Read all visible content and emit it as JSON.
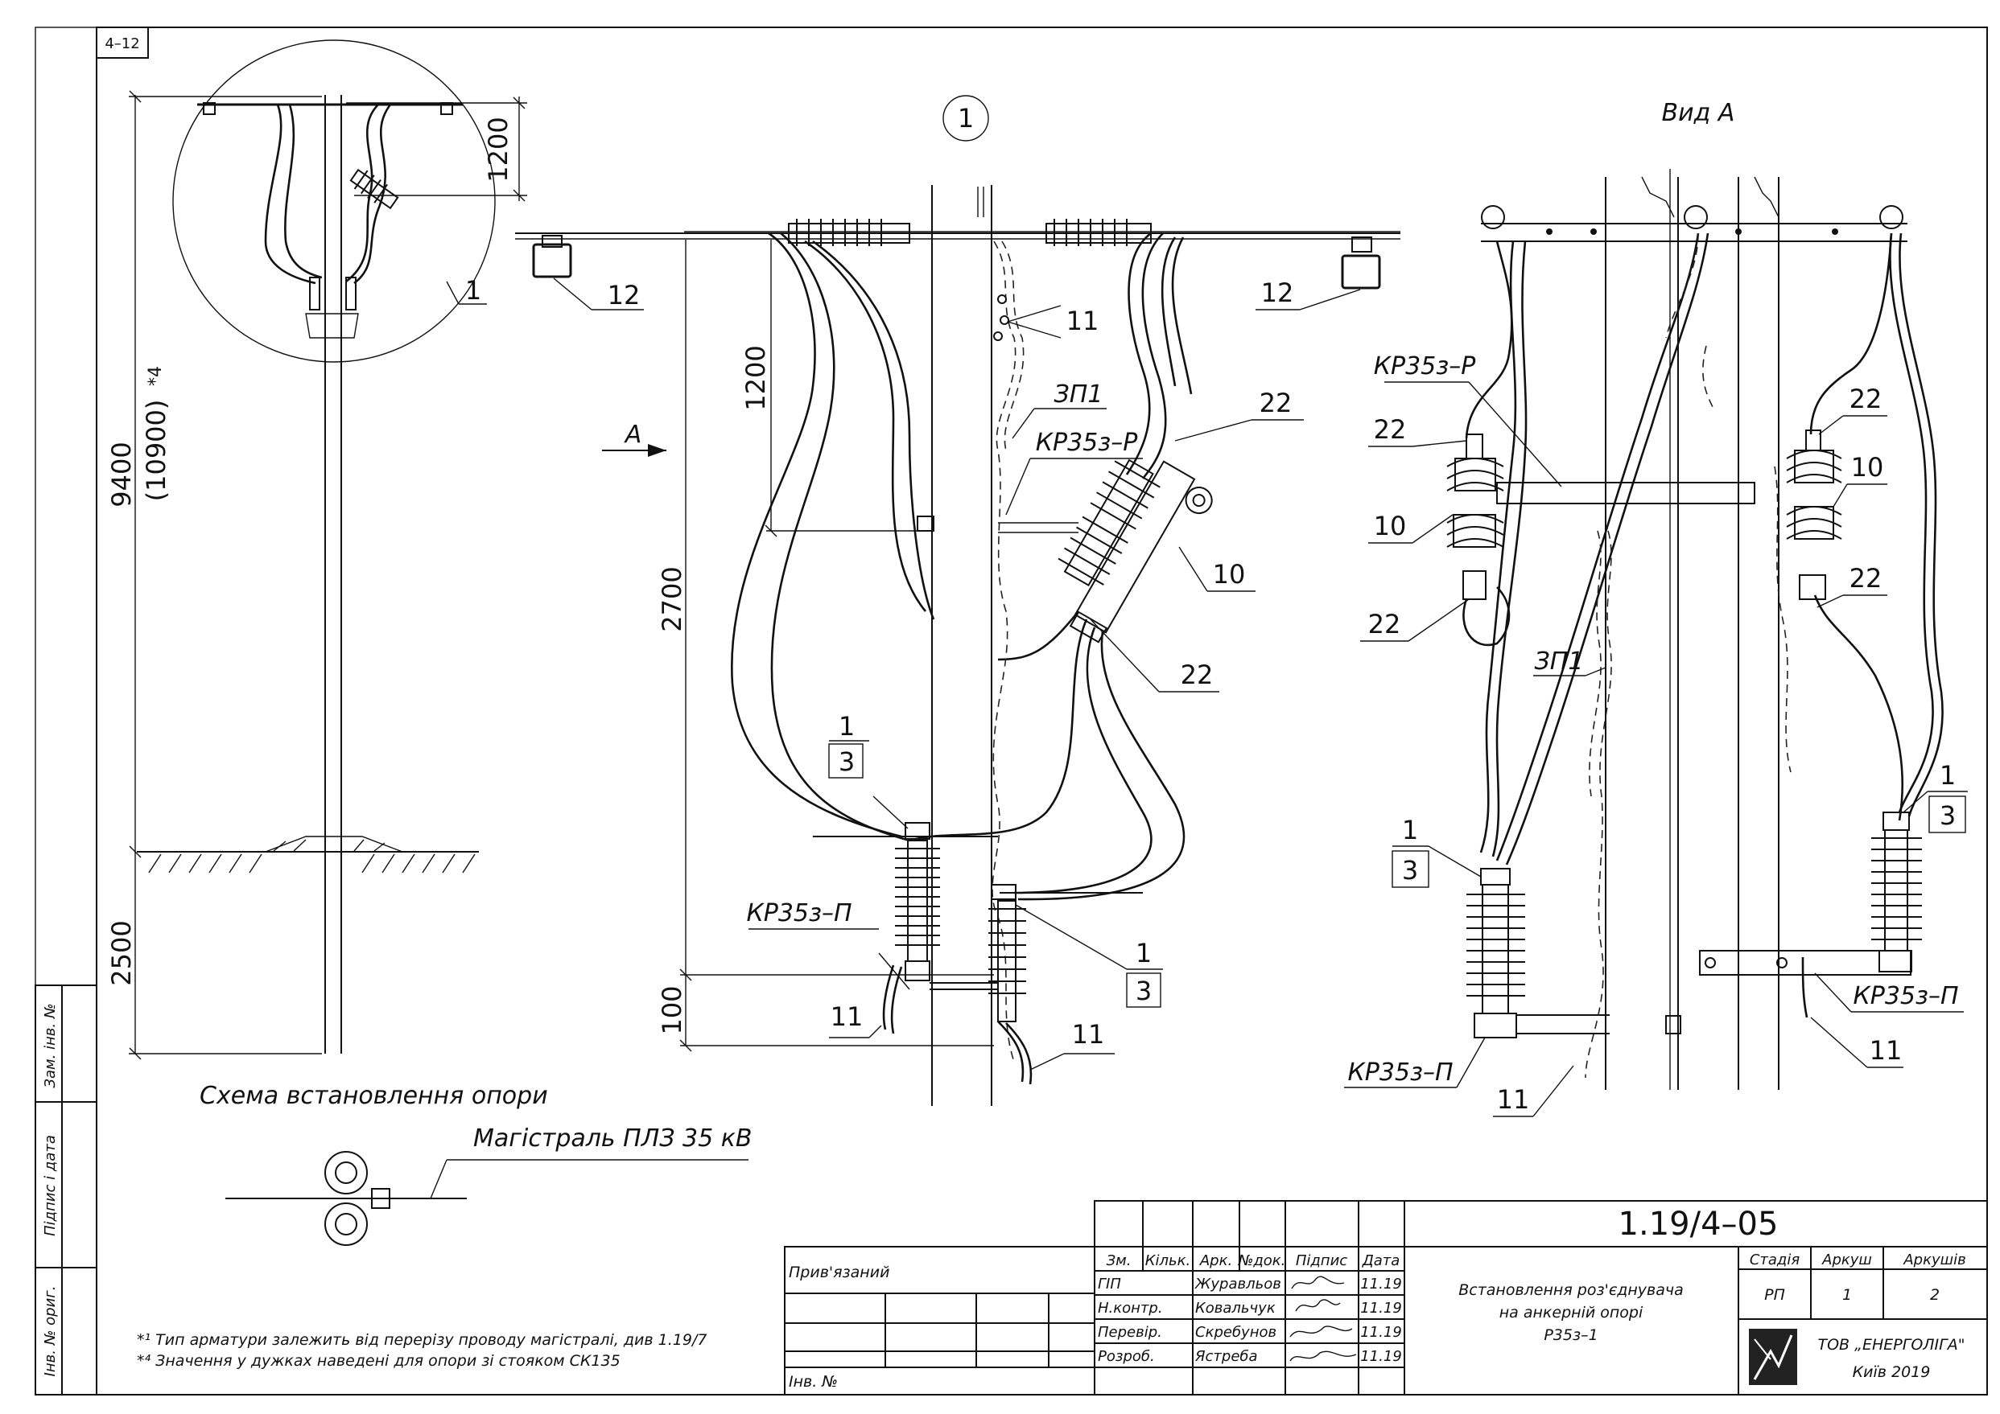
{
  "sheet": {
    "corner_code": "4–12",
    "drawing_number": "1.19/4–05",
    "title_lines": [
      "Встановлення роз'єднувача",
      "на анкерній опорі",
      "Р35з–1"
    ],
    "stage_header": "Стадія",
    "sheet_header": "Аркуш",
    "sheets_header": "Аркушів",
    "stage": "РП",
    "sheet_no": "1",
    "sheets_total": "2",
    "company": "ТОВ „ЕНЕРГОЛІГА\"",
    "city_year": "Київ 2019",
    "attached_label": "Прив'язаний",
    "inv_label": "Інв. №",
    "columns": [
      "Зм.",
      "Кільк.",
      "Арк.",
      "№док.",
      "Підпис",
      "Дата"
    ],
    "signatures": [
      {
        "role": "ГІП",
        "name": "Журавльов",
        "date": "11.19"
      },
      {
        "role": "Н.контр.",
        "name": "Ковальчук",
        "date": "11.19"
      },
      {
        "role": "Перевір.",
        "name": "Скребунов",
        "date": "11.19"
      },
      {
        "role": "Розроб.",
        "name": "Ястреба",
        "date": "11.19"
      }
    ],
    "side_labels": [
      "Зам. інв. №",
      "Підпис і дата",
      "Інв. № ориг."
    ]
  },
  "scheme": {
    "dim_height": "9400",
    "dim_height_alt": "(10900)",
    "dim_height_note": "*4",
    "dim_top": "1200",
    "dim_ground": "2500",
    "callout": "1",
    "title": "Схема встановлення опори",
    "trunk_label": "Магістраль ПЛЗ 35 кВ"
  },
  "view_main": {
    "node_label": "1",
    "arrow_label": "A",
    "dim_1200": "1200",
    "dim_2700": "2700",
    "dim_100": "100",
    "callouts": {
      "c12": "12",
      "c11": "11",
      "c22": "22",
      "c10": "10",
      "zp1": "ЗП1",
      "kr_r": "КР35з–Р",
      "kr_p": "КР35з–П",
      "one": "1",
      "three": "3"
    }
  },
  "view_a": {
    "title": "Вид А",
    "callouts": {
      "kr_r": "КР35з–Р",
      "c22": "22",
      "c10": "10",
      "zp1": "ЗП1",
      "one": "1",
      "three": "3",
      "kr_p": "КР35з–П",
      "c11": "11"
    }
  },
  "footnotes": [
    "*¹ Тип арматури залежить від перерізу проводу магістралі, див 1.19/7",
    "*⁴ Значення у дужках наведені для опори зі стояком СК135"
  ]
}
